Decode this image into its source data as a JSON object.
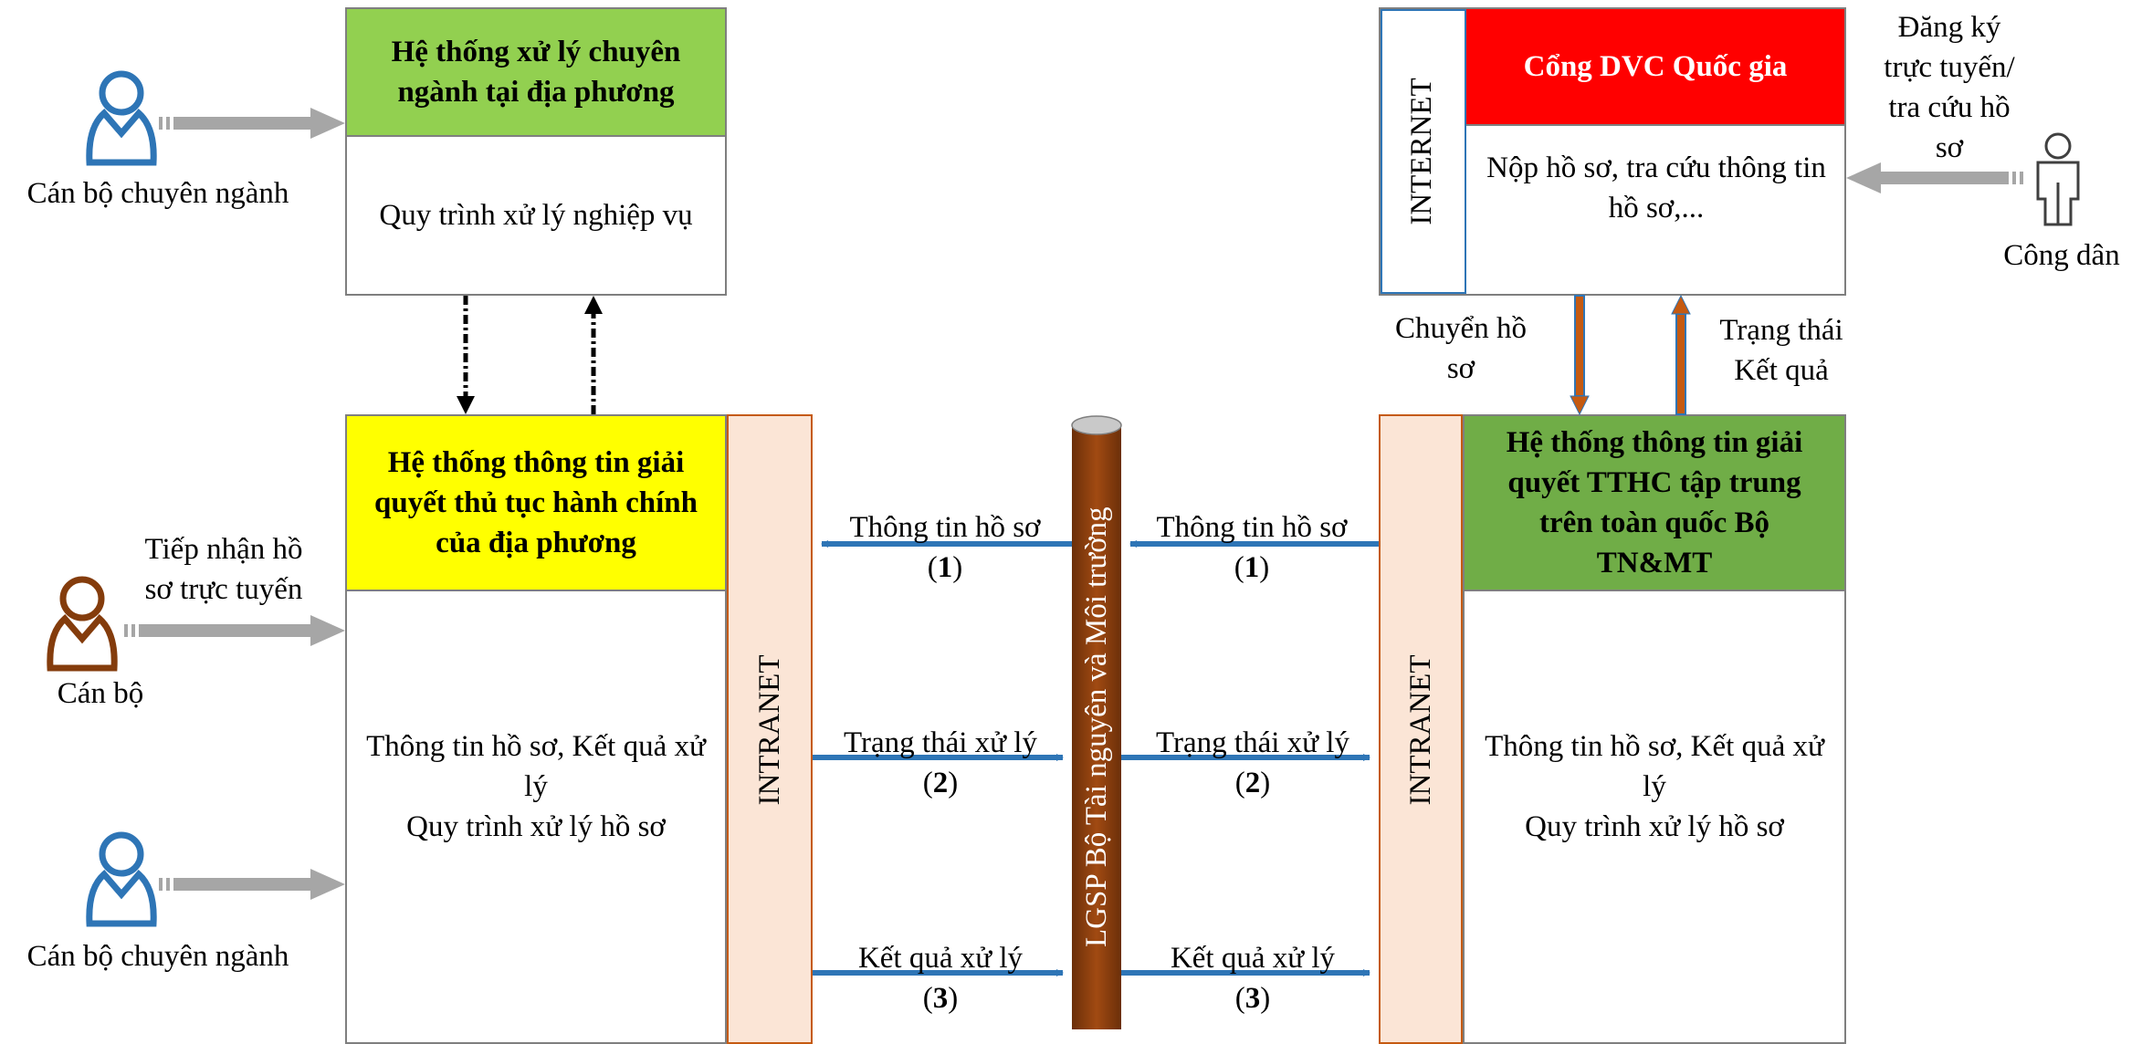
{
  "colors": {
    "green_light": "#92d050",
    "yellow": "#ffff00",
    "red": "#ff0000",
    "green_dark": "#70ad47",
    "intranet_fill": "#fbe5d6",
    "lgsp_pipe": "#843c0c",
    "flow_arrow": "#2e75b6",
    "person_blue": "#2e75b6",
    "person_brown": "#843c0c",
    "internet_border": "#2e75b6"
  },
  "local_specialized_system": {
    "title": "Hệ thống xử lý chuyên ngành tại địa phương",
    "body": "Quy trình xử lý nghiệp vụ"
  },
  "local_admin_system": {
    "title": "Hệ thống thông tin giải quyết thủ tục hành chính của địa phương",
    "body": "Thông tin hồ sơ, Kết quả xử lý\nQuy trình xử lý hồ sơ"
  },
  "national_portal": {
    "internet_label": "INTERNET",
    "title": "Cổng DVC Quốc gia",
    "body": "Nộp hồ sơ, tra cứu thông tin hồ sơ,..."
  },
  "ministry_system": {
    "title": "Hệ thống thông tin giải quyết TTHC tập trung trên toàn quốc Bộ TN&MT",
    "body": "Thông tin hồ sơ, Kết quả xử lý\nQuy trình xử lý hồ sơ"
  },
  "intranet_label": "INTRANET",
  "lgsp_label": "LGSP Bộ Tài nguyên và Môi trường",
  "actors": {
    "specialist_top": "Cán bộ chuyên ngành",
    "officer": "Cán bộ",
    "officer_action": "Tiếp nhận hồ\nsơ trực tuyến",
    "specialist_bottom": "Cán bộ chuyên ngành",
    "citizen": "Công dân",
    "citizen_action": "Đăng ký\ntrực tuyến/\ntra cứu hồ\nsơ"
  },
  "portal_links": {
    "transfer": "Chuyển hồ\nsơ",
    "status": "Trạng thái\nKết quả"
  },
  "flows": {
    "f1_label": "Thông tin hồ sơ",
    "f1_num": "1",
    "f2_label": "Trạng thái xử lý",
    "f2_num": "2",
    "f3_label": "Kết quả xử lý",
    "f3_num": "3"
  }
}
